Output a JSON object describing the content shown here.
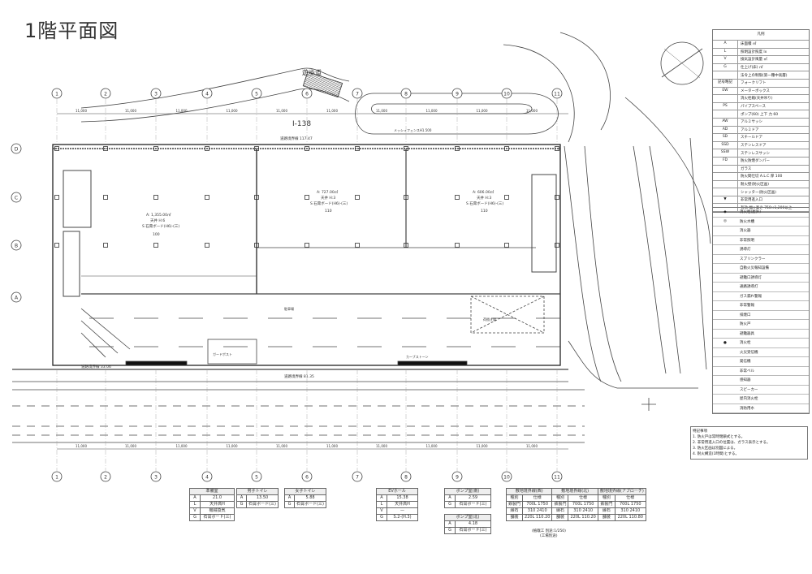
{
  "title": "1階平面図",
  "grid": {
    "columns": [
      "1",
      "2",
      "3",
      "4",
      "5",
      "6",
      "7",
      "8",
      "9",
      "10",
      "11"
    ],
    "rows": [
      "D",
      "C",
      "B",
      "A"
    ],
    "span": "11,000"
  },
  "site": {
    "walkway": "遊歩道",
    "plot_no": "I-138",
    "fence_note": "メッシュフェンスH1.500",
    "boundary_n": "道路境界線 117.47",
    "boundary_s1": "道路境界線 33.06",
    "boundary_s2": "道路境界線 81.35",
    "parking": "駐車場",
    "loading": "荷捌き場",
    "curb": "カーブストーン",
    "guard": "ガードポスト"
  },
  "rooms": [
    {
      "area": "A: 1,355.00㎡",
      "ceiling": "天井 H:6",
      "note": "S 石膏ボード(H6)-(三)",
      "tag": "100"
    },
    {
      "area": "A: 727.00㎡",
      "ceiling": "天井 H:3",
      "note": "S 石膏ボード(H6)-(三)",
      "tag": "110"
    },
    {
      "area": "A: 606.00㎡",
      "ceiling": "天井 H:3",
      "note": "S 石膏ボード(H6)-(三)",
      "tag": "110"
    }
  ],
  "room_tables": [
    {
      "name": "準備室",
      "rows": [
        [
          "A",
          "21.0"
        ],
        [
          "L",
          "天井高H"
        ],
        [
          "V",
          "機械換気"
        ],
        [
          "G",
          "石膏ボード(三)"
        ]
      ]
    },
    {
      "name": "男子トイレ",
      "rows": [
        [
          "A",
          "13.50"
        ],
        [
          "G",
          "石膏ボード(三)"
        ]
      ]
    },
    {
      "name": "女子トイレ",
      "rows": [
        [
          "A",
          "5.88"
        ],
        [
          "G",
          "石膏ボード(三)"
        ]
      ]
    },
    {
      "name": "EVホール",
      "rows": [
        [
          "A",
          "15.38"
        ],
        [
          "L",
          "天井高H"
        ],
        [
          "V",
          "—"
        ],
        [
          "G",
          "S.2-(H.3)"
        ]
      ]
    },
    {
      "name": "ポンプ室(南)",
      "rows": [
        [
          "A",
          "2.59"
        ],
        [
          "G",
          "石膏ボード(三)"
        ]
      ]
    },
    {
      "name": "ポンプ室(北)",
      "rows": [
        [
          "A",
          "4.18"
        ],
        [
          "G",
          "石膏ボード(三)"
        ]
      ]
    }
  ],
  "boundary_table": {
    "headers": [
      "敷地境界線(西)",
      "敷地境界線(北)",
      "敷地境界線(アプローチ)"
    ],
    "subheaders": [
      "種別",
      "仕様",
      "種別",
      "仕様",
      "種別",
      "仕様"
    ],
    "rows": [
      [
        "鉄製門",
        "700L 1750",
        "鉄製門",
        "700L 1750",
        "鉄製門",
        "700L 1750"
      ],
      [
        "縁石",
        "310 2410",
        "縁石",
        "310 2410",
        "縁石",
        "310 2410"
      ],
      [
        "舗装",
        "220L 110.20",
        "舗装",
        "220L 110.20",
        "舗装",
        "220L 110.80"
      ]
    ],
    "note1": "(植栽工 別途:1/250)",
    "note2": "(工場別途)"
  },
  "legend": {
    "title": "凡例",
    "items": [
      [
        "A",
        "床面積 ㎡"
      ],
      [
        "L",
        "照明設計照度 lx"
      ],
      [
        "V",
        "換気設計風量 ㎥"
      ],
      [
        "G",
        "仕上げ(床) ㎡"
      ],
      [
        "",
        "法令上の制限(第一種中高層)"
      ],
      [
        "記号略記",
        "フォークリフト"
      ],
      [
        "EW",
        "メーターボックス"
      ],
      [
        "",
        "消火栓箱(天井吊り)"
      ],
      [
        "PS",
        "パイプスペース"
      ],
      [
        "",
        "ポンプ(60) 上下 力 60"
      ],
      [
        "AW",
        "アルミサッシ"
      ],
      [
        "AD",
        "アルミドア"
      ],
      [
        "SD",
        "スチールドア"
      ],
      [
        "SSD",
        "ステンレスドア"
      ],
      [
        "SSW",
        "ステンレスサッシ"
      ],
      [
        "FD",
        "防火防煙ダンパー"
      ],
      [
        "",
        "ガラス"
      ],
      [
        "",
        "防火間仕切 A.L.C 厚 100"
      ],
      [
        "",
        "耐火壁(防火区画)"
      ],
      [
        "",
        "シャッター(防火区画)"
      ],
      [
        "▼",
        "非常用進入口"
      ],
      [
        "",
        "有効 幅×高さ 750×1,200以上"
      ]
    ],
    "items2": [
      [
        "◆",
        "消火栓(屋外)"
      ],
      [
        "◎",
        "防火水槽"
      ],
      [
        "",
        "消火器"
      ],
      [
        "",
        "非常照明"
      ],
      [
        "",
        "誘導灯"
      ],
      [
        "",
        "スプリンクラー"
      ],
      [
        "",
        "自動火災報知設備"
      ],
      [
        "",
        "避難口誘導灯"
      ],
      [
        "",
        "通路誘導灯"
      ],
      [
        "",
        "ガス漏れ警報"
      ],
      [
        "",
        "非常警報"
      ],
      [
        "",
        "排煙口"
      ],
      [
        "",
        "防火戸"
      ],
      [
        "",
        "避難器具"
      ],
      [
        "●",
        "消火栓"
      ],
      [
        "",
        "火災受信機"
      ],
      [
        "",
        "発信機"
      ],
      [
        "",
        "非常ベル"
      ],
      [
        "",
        "感知器"
      ],
      [
        "",
        "スピーカー"
      ],
      [
        "",
        "屋内消火栓"
      ],
      [
        "",
        "消防用水"
      ]
    ]
  },
  "notes": {
    "title": "特記事項",
    "lines": [
      "1. 防火戸は常時閉鎖式とする。",
      "2. 非常用進入口の位置は、ガラス表示とする。",
      "3. 防火区画は別図による。",
      "4. 耐火構造(1時間)とする。"
    ]
  }
}
